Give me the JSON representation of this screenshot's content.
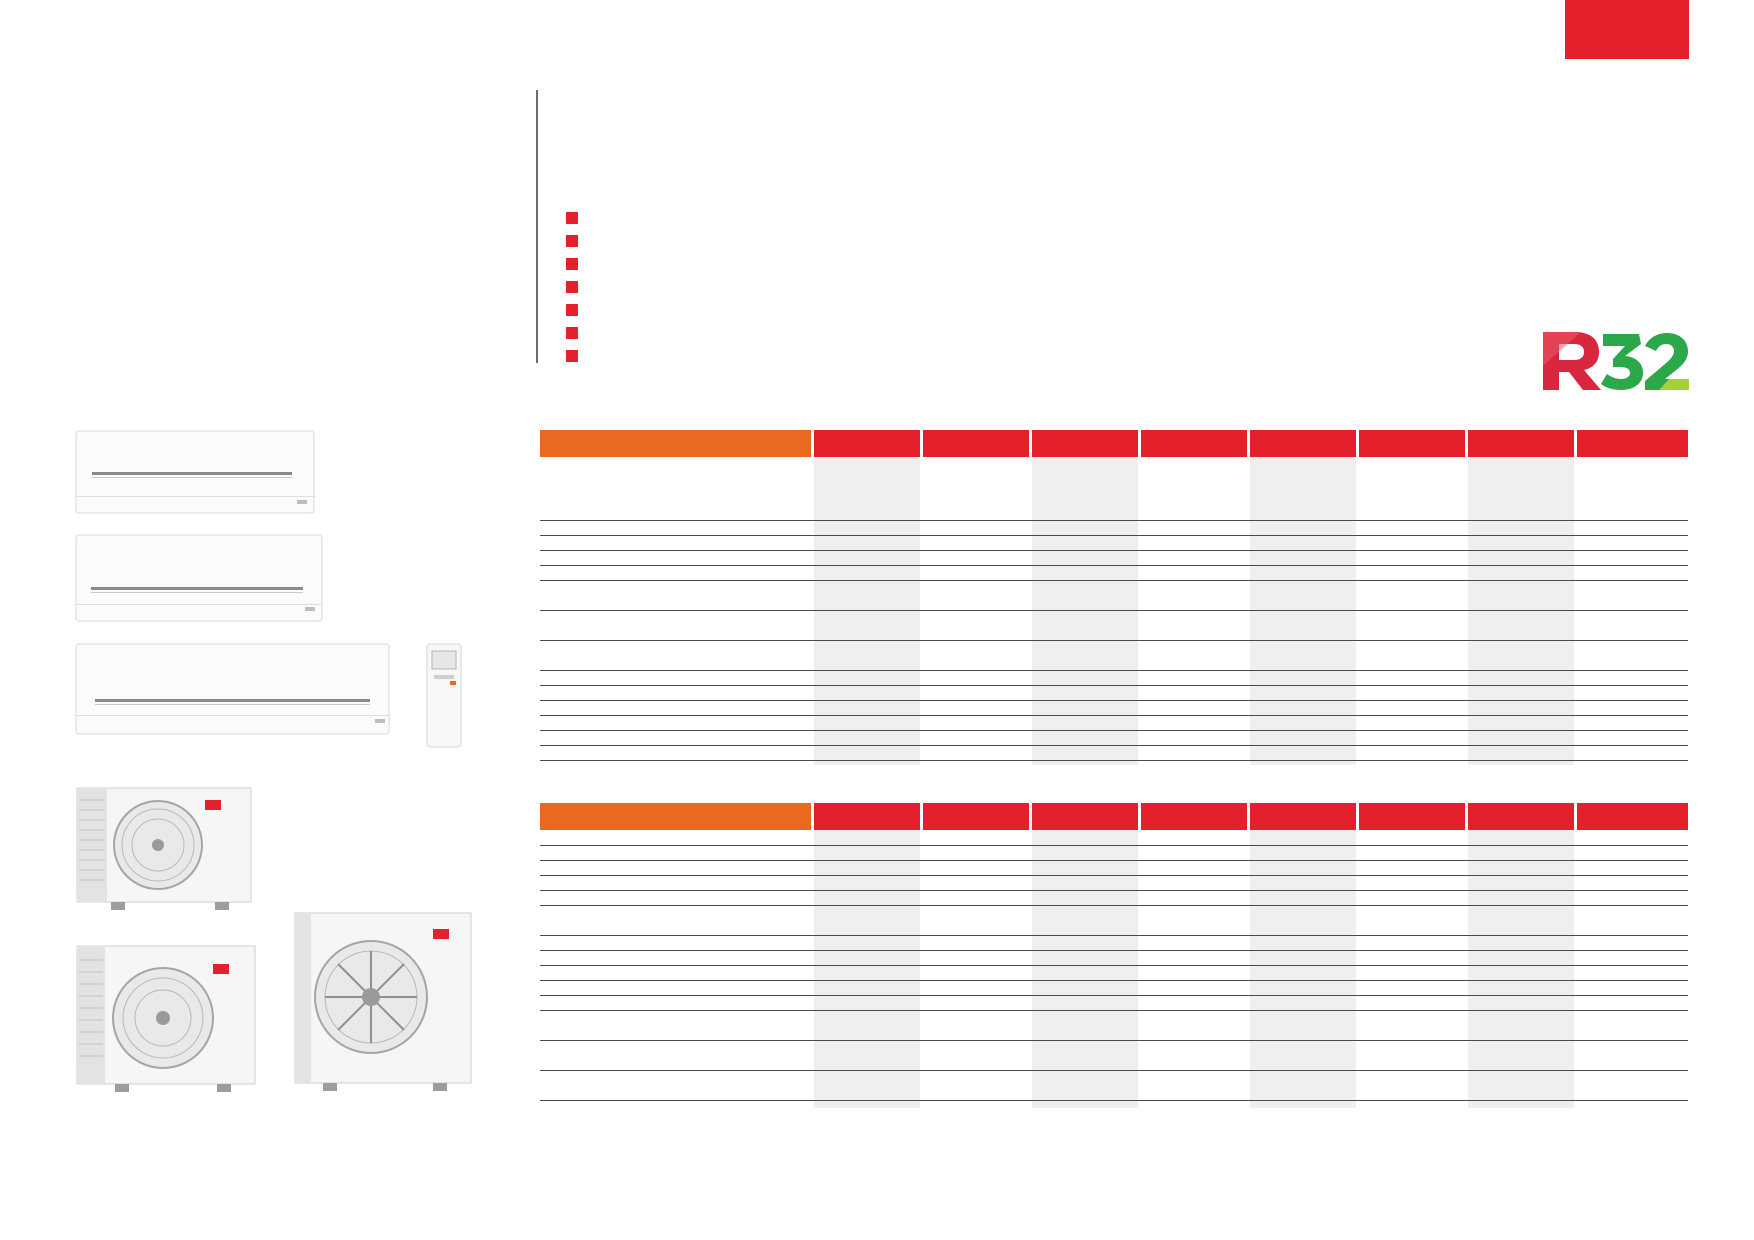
{
  "page": {
    "background": "#ffffff",
    "accent_red": "#e3202b",
    "accent_orange": "#e8691f",
    "column_shade": "#efeff0"
  },
  "feature_list": {
    "bullet_count": 7
  },
  "logo": {
    "text": "R32",
    "colors": [
      "#d7263d",
      "#2aa84a",
      "#a6cf38"
    ]
  },
  "indoor_table": {
    "label_header": "",
    "columns": [
      "",
      "",
      "",
      "",
      "",
      "",
      "",
      ""
    ],
    "row_count": 15
  },
  "outdoor_table": {
    "label_header": "",
    "columns": [
      "",
      "",
      "",
      "",
      "",
      "",
      "",
      ""
    ],
    "row_count": 15
  },
  "images": [
    {
      "name": "indoor-unit-small",
      "icon": "wall-mounted-indoor-unit"
    },
    {
      "name": "indoor-unit-medium",
      "icon": "wall-mounted-indoor-unit"
    },
    {
      "name": "indoor-unit-large",
      "icon": "wall-mounted-indoor-unit"
    },
    {
      "name": "remote-controller",
      "icon": "remote-control"
    },
    {
      "name": "outdoor-unit-1",
      "icon": "outdoor-unit"
    },
    {
      "name": "outdoor-unit-2",
      "icon": "outdoor-unit"
    },
    {
      "name": "outdoor-unit-3",
      "icon": "outdoor-unit"
    }
  ]
}
